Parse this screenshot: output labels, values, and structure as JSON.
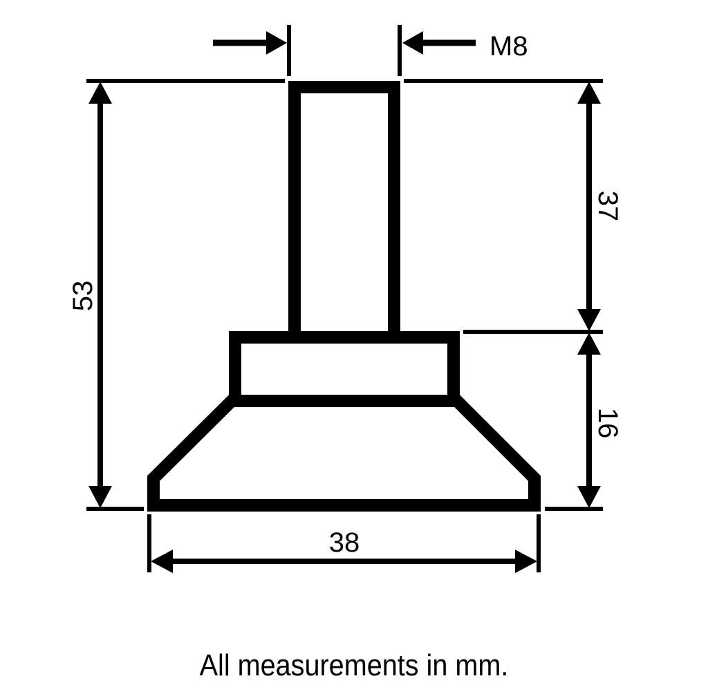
{
  "diagram": {
    "type": "technical-drawing",
    "subject": "leveling foot",
    "colors": {
      "stroke": "#000000",
      "background": "#ffffff"
    },
    "dimensions": {
      "thread": {
        "label": "M8"
      },
      "total_height": {
        "label": "53",
        "unit": "mm"
      },
      "stem_height": {
        "label": "37",
        "unit": "mm"
      },
      "base_height": {
        "label": "16",
        "unit": "mm"
      },
      "base_width": {
        "label": "38",
        "unit": "mm"
      }
    },
    "caption": "All measurements in mm."
  }
}
